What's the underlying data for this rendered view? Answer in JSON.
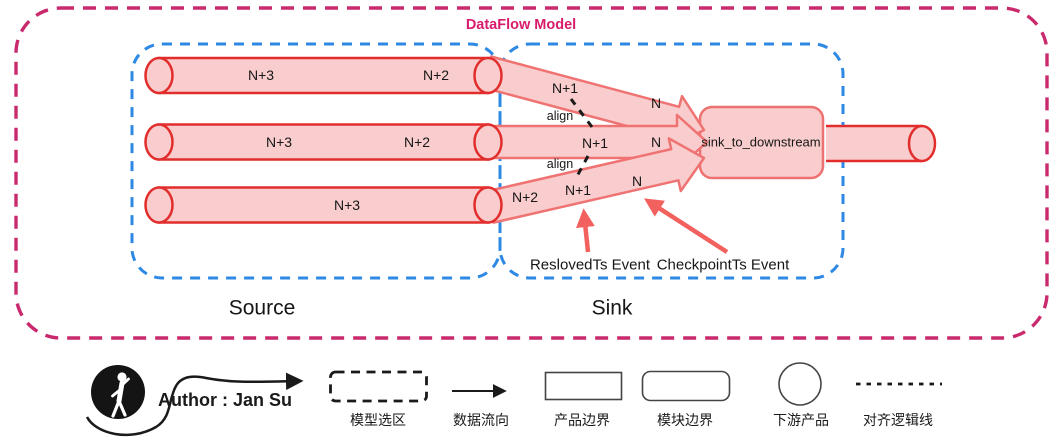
{
  "title": "DataFlow Model",
  "regions": {
    "source_label": "Source",
    "sink_label": "Sink"
  },
  "pipes": {
    "pipe1": {
      "label_left": "N+3",
      "label_right": "N+2"
    },
    "pipe2": {
      "label_left": "N+3",
      "label_right": "N+2"
    },
    "pipe3": {
      "label_left": "N+3"
    }
  },
  "arrows": {
    "arrow1": {
      "label_mid": "N+1",
      "label_head": "N"
    },
    "arrow2": {
      "label_mid": "N+1",
      "label_head": "N"
    },
    "arrow3": {
      "label_tail": "N+2",
      "label_mid": "N+1",
      "label_head": "N"
    }
  },
  "align_links": {
    "align1": "align",
    "align2": "align"
  },
  "sink_box": {
    "label": "sink_to_downstream"
  },
  "events": {
    "resolved": "ReslovedTs Event",
    "checkpoint": "CheckpointTs Event"
  },
  "author": {
    "label": "Author : Jan Su"
  },
  "legend": {
    "items": [
      {
        "label": "模型选区"
      },
      {
        "label": "数据流向"
      },
      {
        "label": "产品边界"
      },
      {
        "label": "模块边界"
      },
      {
        "label": "下游产品"
      },
      {
        "label": "对齐逻辑线"
      }
    ]
  },
  "colors": {
    "outer_border": "#c92a6d",
    "title_text": "#d81b6a",
    "region_border": "#2e89e5",
    "pipe_stroke": "#e22d2d",
    "pipe_fill": "#f9cdcd",
    "band_stroke": "#f07373",
    "band_fill": "#f9cdcd",
    "annotation_arrow": "#f2615e",
    "text": "#161616"
  }
}
